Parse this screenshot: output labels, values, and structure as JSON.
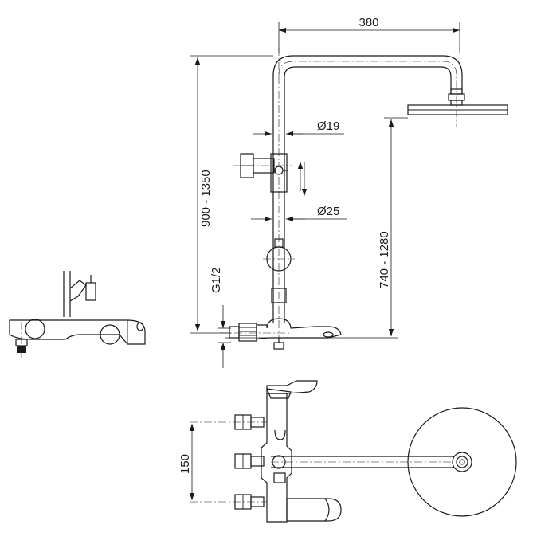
{
  "dimensions": {
    "arm_length": "380",
    "pipe_upper": "Ø19",
    "pipe_lower": "Ø25",
    "total_height": "900 - 1350",
    "head_height": "740 - 1280",
    "inlet_thread": "G1/2",
    "inlet_spacing": "150"
  }
}
